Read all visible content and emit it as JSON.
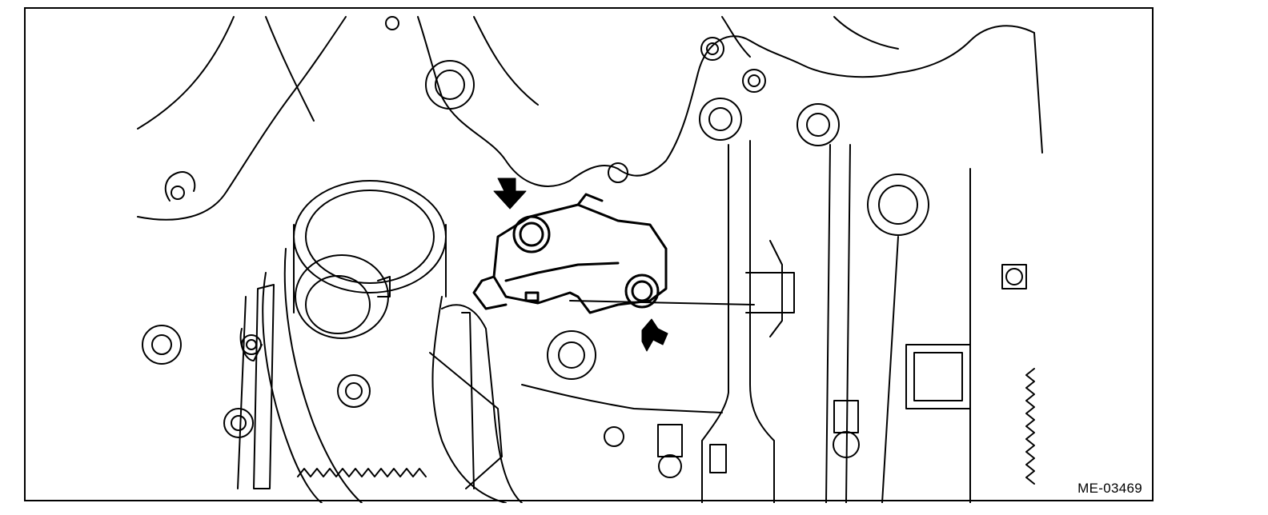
{
  "figure": {
    "reference_code": "ME-03469",
    "line_color": "#000000",
    "background_color": "#ffffff",
    "callouts": [
      "arrow-pointing-down",
      "arrow-pointing-up-left"
    ]
  }
}
